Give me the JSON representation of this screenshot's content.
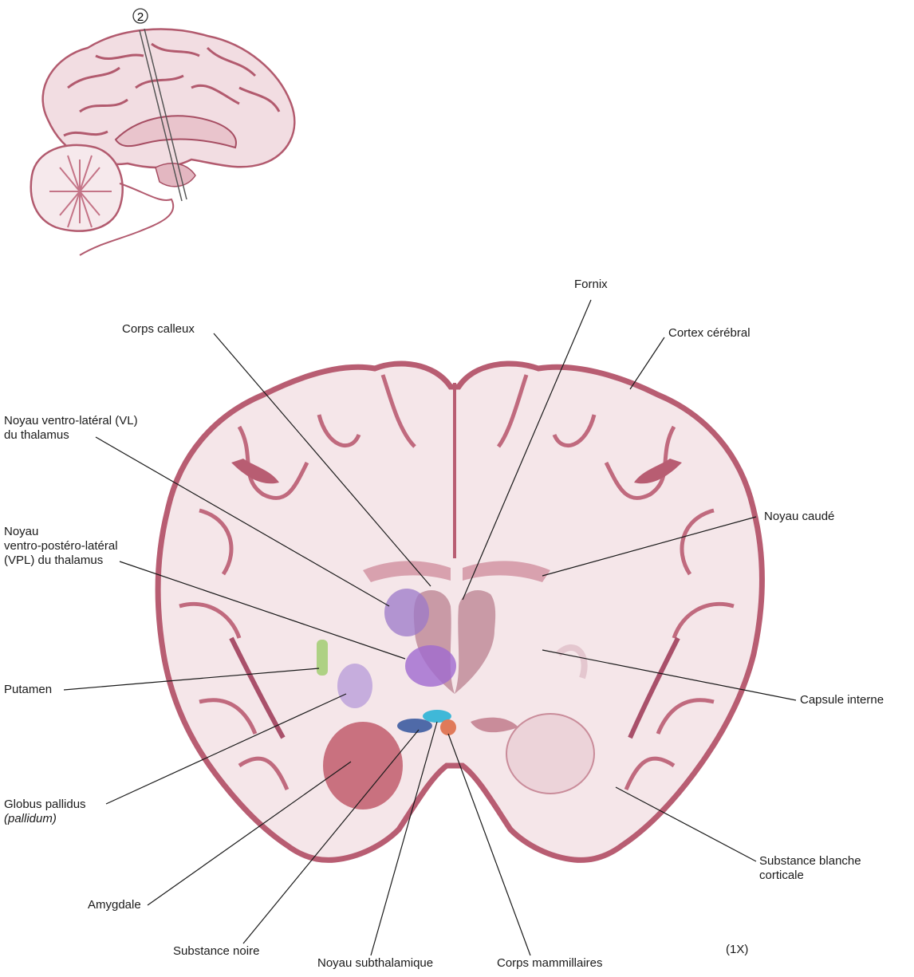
{
  "inset": {
    "section_marker": "2"
  },
  "labels": {
    "fornix": "Fornix",
    "corps_calleux": "Corps calleux",
    "cortex": "Cortex cérébral",
    "vl_line1": "Noyau ventro-latéral (VL)",
    "vl_line2": "du thalamus",
    "vpl_line1": "Noyau",
    "vpl_line2": "ventro-postéro-latéral",
    "vpl_line3": "(VPL) du thalamus",
    "caude": "Noyau caudé",
    "putamen": "Putamen",
    "capsule": "Capsule interne",
    "globus_line1": "Globus pallidus",
    "globus_line2": "(pallidum)",
    "substance_blanche_line1": "Substance blanche",
    "substance_blanche_line2": "corticale",
    "amygdale": "Amygdale",
    "substance_noire": "Substance noire",
    "subthalamique": "Noyau subthalamique",
    "mammillaires": "Corps mammillaires"
  },
  "scale_note": "(1X)",
  "colors": {
    "tissue": "#f3e4e7",
    "cortex_edge": "#b85d72",
    "ventricle": "#a9506a",
    "vl_nucleus": "#9b78c8",
    "vpl_nucleus": "#a06ad0",
    "putamen_green": "#9ccc6a",
    "globus_purple": "#b59ad8",
    "amygdala": "#c9717f",
    "substantia_nigra": "#4f6aa8",
    "subthalamic": "#3fb8d8",
    "mammillary": "#e07a5a"
  }
}
